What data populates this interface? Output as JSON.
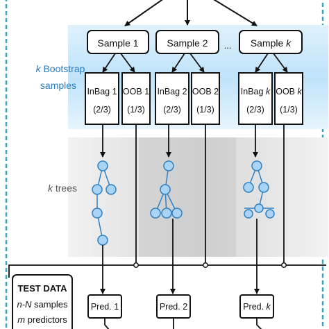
{
  "side_labels": {
    "bootstrap_line1_k": "k",
    "bootstrap_line1_rest": " Bootstrap",
    "bootstrap_line2": "samples",
    "trees_k": "k",
    "trees_rest": " trees"
  },
  "samples": [
    {
      "label": "Sample 1",
      "inbag_line1": "InBag 1",
      "inbag_line2": "(2/3)",
      "oob_line1": "OOB 1",
      "oob_line2": "(1/3)",
      "pred": "Pred. 1"
    },
    {
      "label": "Sample 2",
      "inbag_line1": "InBag 2",
      "inbag_line2": "(2/3)",
      "oob_line1": "OOB 2",
      "oob_line2": "(1/3)",
      "pred": "Pred. 2"
    },
    {
      "label_prefix": "Sample ",
      "label_k": "k",
      "inbag_prefix": "InBag ",
      "inbag_k": "k",
      "inbag_line2": "(2/3)",
      "oob_prefix": "OOB ",
      "oob_k": "k",
      "oob_line2": "(1/3)",
      "pred_prefix": "Pred. ",
      "pred_k": "k"
    }
  ],
  "ellipsis": "...",
  "test_data": {
    "title": "TEST DATA",
    "line2_italic": "n-N",
    "line2_rest": " samples",
    "line3_italic": "m",
    "line3_rest": " predictors"
  },
  "colors": {
    "frame_dashed": "#3aa6b9",
    "bootstrap_band": "#bfe3fa",
    "trees_band": "#dedede",
    "node_fill": "#a9d4f5",
    "node_stroke": "#2f7fc0",
    "italic_label": "#2a7bbf"
  }
}
